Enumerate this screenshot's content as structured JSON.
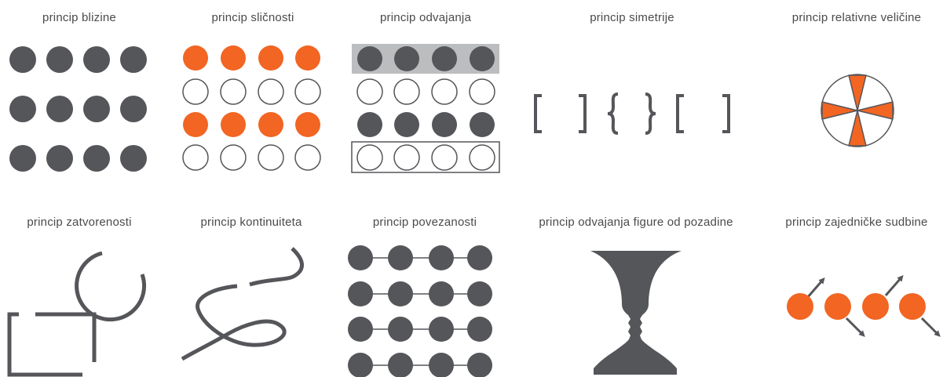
{
  "colors": {
    "dark": "#55565a",
    "orange": "#f26522",
    "gray_band": "#bcbdbf",
    "white": "#ffffff"
  },
  "panels": [
    {
      "label": "princip blizine"
    },
    {
      "label": "princip sličnosti"
    },
    {
      "label": "princip odvajanja"
    },
    {
      "label": "princip simetrije"
    },
    {
      "label": "princip relativne veličine"
    },
    {
      "label": "princip zatvorenosti"
    },
    {
      "label": "princip kontinuiteta"
    },
    {
      "label": "princip povezanosti"
    },
    {
      "label": "princip odvajanja figure od pozadine"
    },
    {
      "label": "princip zajedničke sudbine"
    }
  ]
}
